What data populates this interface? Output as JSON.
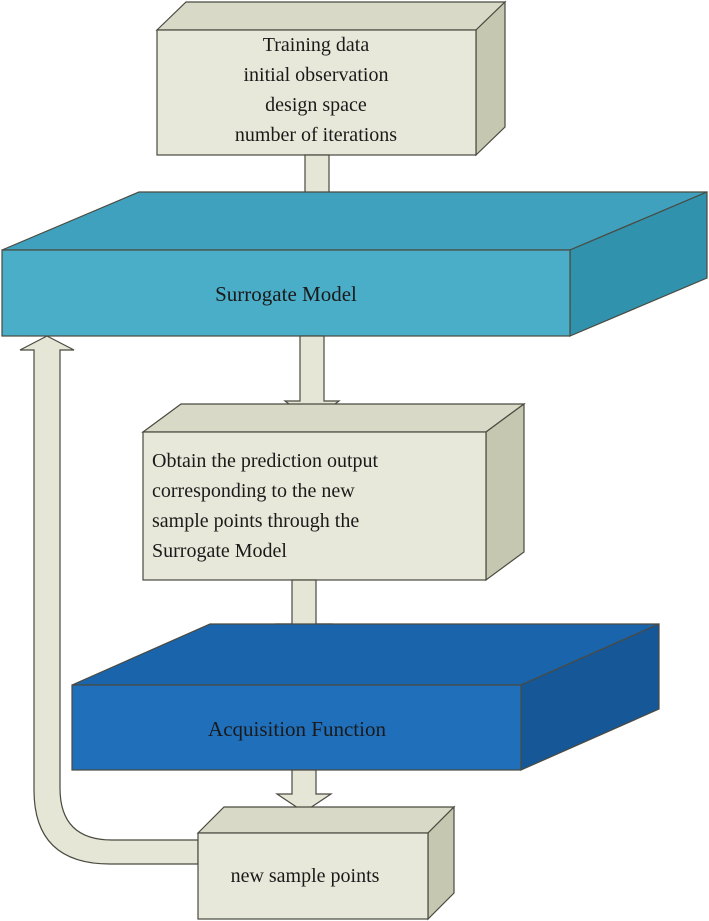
{
  "colors": {
    "box_front": "#e7e8d9",
    "box_top": "#d8d9c6",
    "box_side": "#c6c7b1",
    "surrogate_front": "#4aaec8",
    "surrogate_top": "#3fa1bd",
    "surrogate_side": "#3192ad",
    "acquisition_front": "#1f6fbb",
    "acquisition_top": "#1a64ab",
    "acquisition_side": "#165798",
    "stroke": "#4a4a40",
    "arrow_fill": "#e5e6d5"
  },
  "nodes": {
    "training": {
      "lines": [
        "Training data",
        "initial observation",
        "design space",
        "number of iterations"
      ]
    },
    "surrogate": {
      "label": "Surrogate Model"
    },
    "prediction": {
      "lines": [
        "Obtain the prediction output",
        "corresponding to the new",
        "sample points through the",
        "Surrogate Model"
      ]
    },
    "acquisition": {
      "label": "Acquisition Function"
    },
    "new_points": {
      "label": "new sample points"
    }
  }
}
